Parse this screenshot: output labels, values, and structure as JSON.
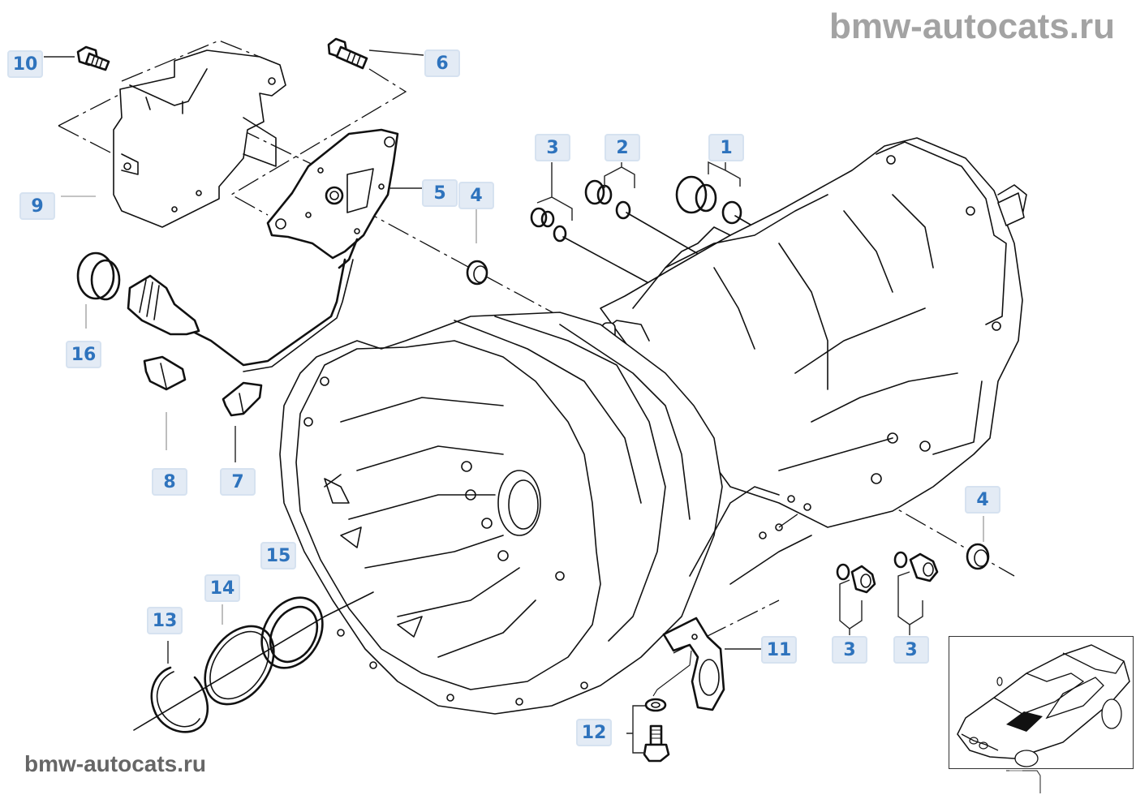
{
  "watermarks": {
    "top": "bmw-autocats.ru",
    "bottom": "bmw-autocats.ru"
  },
  "callouts": [
    {
      "id": "c10",
      "label": "10",
      "part": "hex-bolt"
    },
    {
      "id": "c6",
      "label": "6",
      "part": "hex-bolt"
    },
    {
      "id": "c9",
      "label": "9",
      "part": "shield-bracket"
    },
    {
      "id": "c5",
      "label": "5",
      "part": "valve-plate-with-cable"
    },
    {
      "id": "c4a",
      "label": "4",
      "part": "cap"
    },
    {
      "id": "c3a",
      "label": "3",
      "part": "plug-with-o-ring"
    },
    {
      "id": "c2",
      "label": "2",
      "part": "plug-with-o-ring"
    },
    {
      "id": "c1",
      "label": "1",
      "part": "plug-with-o-ring"
    },
    {
      "id": "c16",
      "label": "16",
      "part": "connector-ring"
    },
    {
      "id": "c8",
      "label": "8",
      "part": "clip"
    },
    {
      "id": "c7",
      "label": "7",
      "part": "clip"
    },
    {
      "id": "c15",
      "label": "15",
      "part": "shaft-seal"
    },
    {
      "id": "c14",
      "label": "14",
      "part": "shim-ring"
    },
    {
      "id": "c13",
      "label": "13",
      "part": "snap-ring"
    },
    {
      "id": "c4b",
      "label": "4",
      "part": "cap"
    },
    {
      "id": "c11",
      "label": "11",
      "part": "bracket"
    },
    {
      "id": "c3b",
      "label": "3",
      "part": "plug-with-o-ring"
    },
    {
      "id": "c3c",
      "label": "3",
      "part": "plug-with-o-ring"
    },
    {
      "id": "c12",
      "label": "12",
      "part": "bolt-with-washer"
    }
  ],
  "colors": {
    "callout_text": "#2e73bd",
    "callout_bg": "#e3ebf5",
    "callout_border": "#d6e2f0",
    "watermark_top": "#a3a3a3",
    "watermark_bottom": "#666666",
    "line": "#111111"
  },
  "thumbnail": {
    "title": "vehicle-location-thumbnail",
    "highlight": "engine-hood-area"
  }
}
